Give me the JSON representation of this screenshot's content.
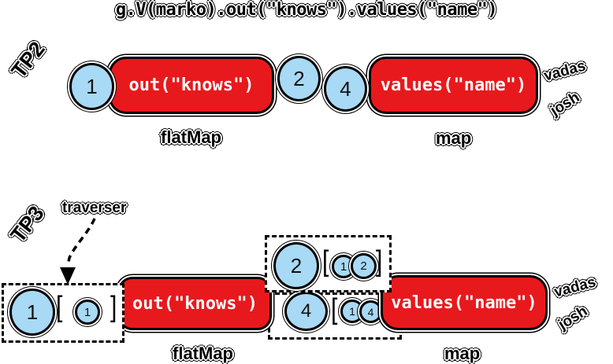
{
  "title": "g.V(marko).out(\"knows\").values(\"name\")",
  "colors": {
    "step_red": "#e8191d",
    "traverser_blue": "#a8d9f5",
    "outline_black": "#000000"
  },
  "symbols": {
    "bracket_open": "[",
    "bracket_close": "]"
  },
  "tp2": {
    "label": "TP2",
    "input_traverser": "1",
    "step1": {
      "label": "out(\"knows\")",
      "kind": "flatMap"
    },
    "mid_traversers": [
      "2",
      "4"
    ],
    "step2": {
      "label": "values(\"name\")",
      "kind": "map"
    },
    "outputs": [
      "vadas",
      "josh"
    ]
  },
  "tp3": {
    "label": "TP3",
    "annotation": "traverser",
    "input": {
      "value": "1",
      "path": [
        "1"
      ]
    },
    "step1": {
      "label": "out(\"knows\")",
      "kind": "flatMap"
    },
    "mid": [
      {
        "value": "2",
        "path": [
          "1",
          "2"
        ]
      },
      {
        "value": "4",
        "path": [
          "1",
          "4"
        ]
      }
    ],
    "step2": {
      "label": "values(\"name\")",
      "kind": "map"
    },
    "outputs": [
      "vadas",
      "josh"
    ]
  }
}
